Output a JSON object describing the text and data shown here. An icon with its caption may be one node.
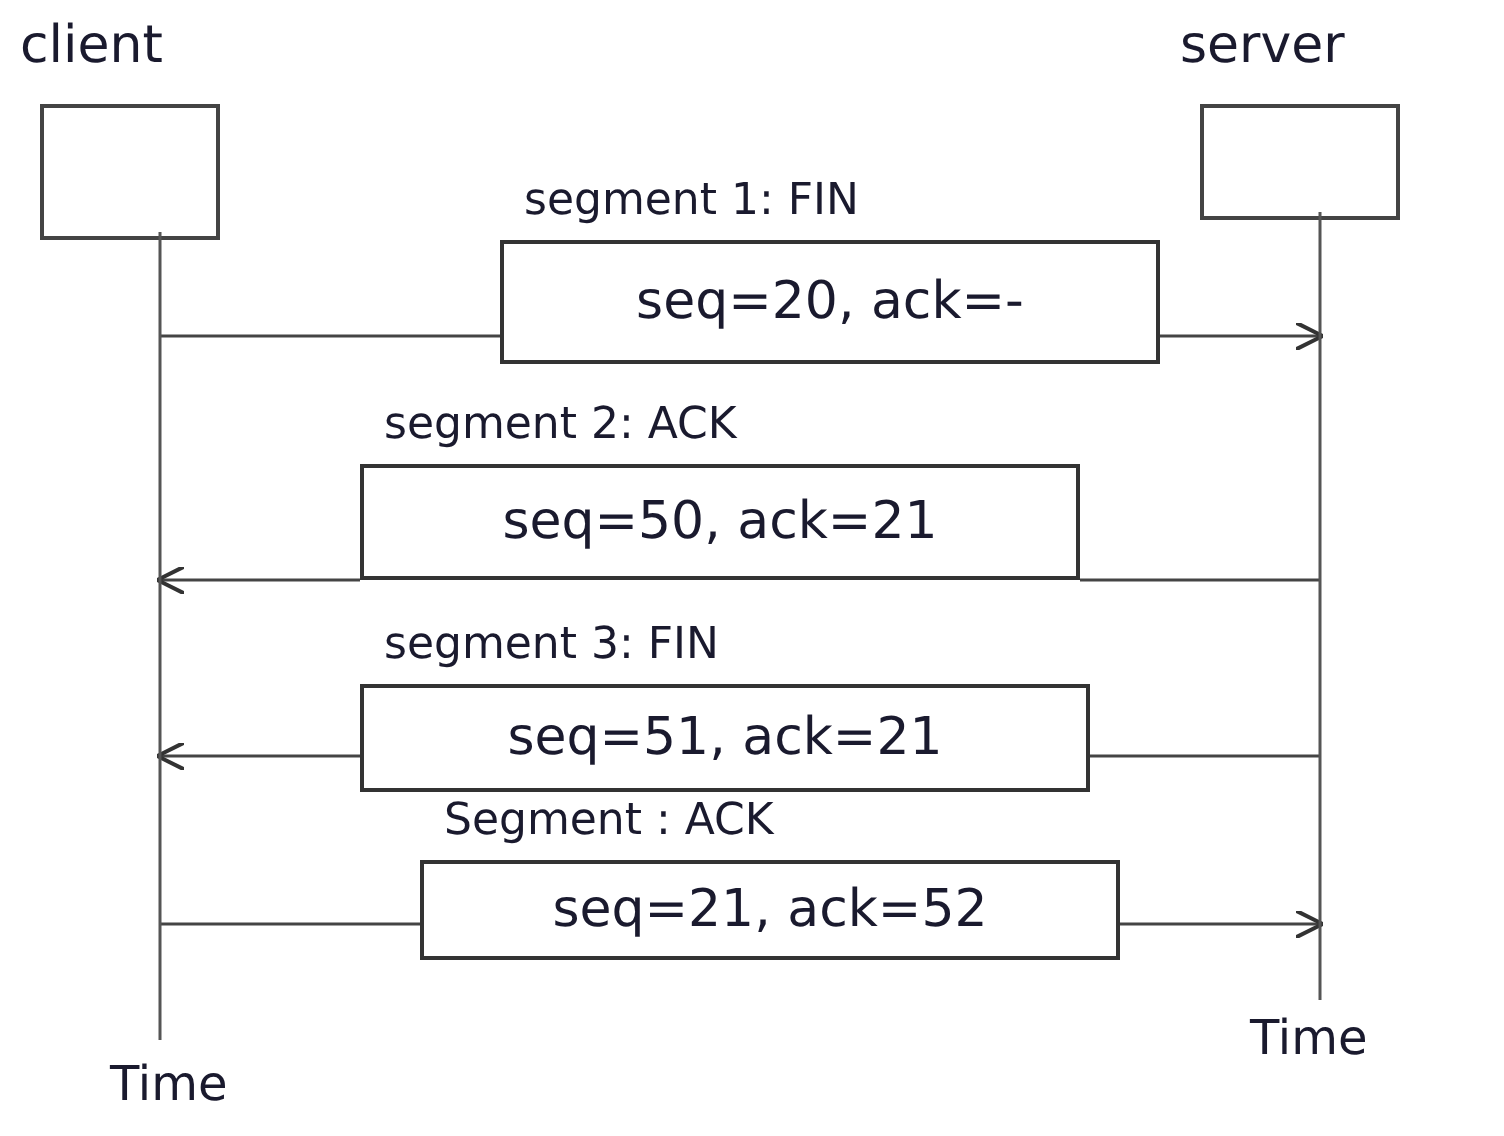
{
  "diagram": {
    "nodes": [
      {
        "text": [
          "client"
        ]
      },
      {
        "text": [
          "server"
        ]
      },
      {
        "text": [
          "seq=20, ack=-"
        ],
        "beside": [
          "segment 1: FIN"
        ]
      },
      {
        "text": [
          "seq=50, ack=21"
        ],
        "beside": [
          "segment 2: ACK"
        ]
      },
      {
        "text": [
          "seq=51, ack=21"
        ],
        "beside": [
          "segment 3: FIN"
        ]
      },
      {
        "text": [
          "seq=21, ack=52"
        ],
        "beside": [
          "Segment : ACK"
        ]
      }
    ],
    "edges": [
      {
        "from": 0,
        "to": 2,
        "arrow": "none"
      },
      {
        "from": 2,
        "to": 1,
        "arrow": "to"
      },
      {
        "from": 1,
        "to": 3,
        "arrow": "none"
      },
      {
        "from": 3,
        "to": 0,
        "arrow": "to"
      },
      {
        "from": 1,
        "to": 4,
        "arrow": "none"
      },
      {
        "from": 4,
        "to": 0,
        "arrow": "to"
      },
      {
        "from": 0,
        "to": 5,
        "arrow": "none"
      },
      {
        "from": 5,
        "to": 1,
        "arrow": "to"
      }
    ],
    "labels": [
      "Time",
      "Time"
    ]
  }
}
